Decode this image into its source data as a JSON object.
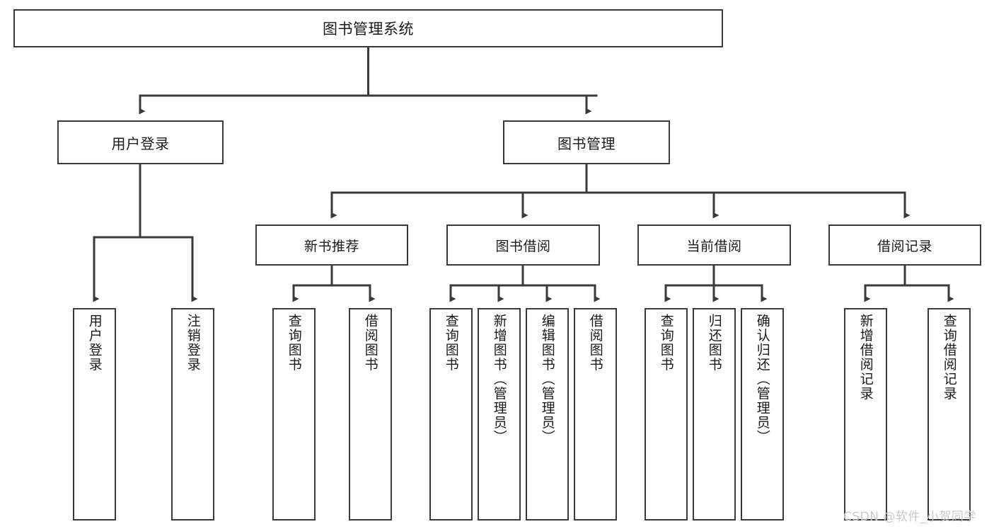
{
  "diagram": {
    "title": "图书管理系统",
    "type": "tree-hierarchy-chart",
    "line_color": "#3a3a3a",
    "box_fill": "#ffffff",
    "text_color": "#1a1a1a"
  },
  "nodes": {
    "root": {
      "label": "图书管理系统"
    },
    "level2": [
      {
        "id": "user-login",
        "label": "用户登录"
      },
      {
        "id": "book-manage",
        "label": "图书管理"
      }
    ],
    "level3": [
      {
        "id": "new-book-rec",
        "label": "新书推荐"
      },
      {
        "id": "book-borrow",
        "label": "图书借阅"
      },
      {
        "id": "current-borrow",
        "label": "当前借阅"
      },
      {
        "id": "borrow-record",
        "label": "借阅记录"
      }
    ],
    "leaves": [
      {
        "id": "leaf-user-login",
        "label": "用户登录"
      },
      {
        "id": "leaf-logout",
        "label": "注销登录"
      },
      {
        "id": "leaf-query-book-1",
        "label": "查询图书"
      },
      {
        "id": "leaf-borrow-book-1",
        "label": "借阅图书"
      },
      {
        "id": "leaf-query-book-2",
        "label": "查询图书"
      },
      {
        "id": "leaf-add-book",
        "label": "新增图书（管理员）"
      },
      {
        "id": "leaf-edit-book",
        "label": "编辑图书（管理员）"
      },
      {
        "id": "leaf-borrow-book-2",
        "label": "借阅图书"
      },
      {
        "id": "leaf-query-book-3",
        "label": "查询图书"
      },
      {
        "id": "leaf-return-book",
        "label": "归还图书"
      },
      {
        "id": "leaf-confirm-return",
        "label": "确认归还（管理员）"
      },
      {
        "id": "leaf-add-record",
        "label": "新增借阅记录"
      },
      {
        "id": "leaf-query-record",
        "label": "查询借阅记录"
      }
    ]
  },
  "watermark": {
    "text": "CSDN @软件_小贺同学"
  }
}
